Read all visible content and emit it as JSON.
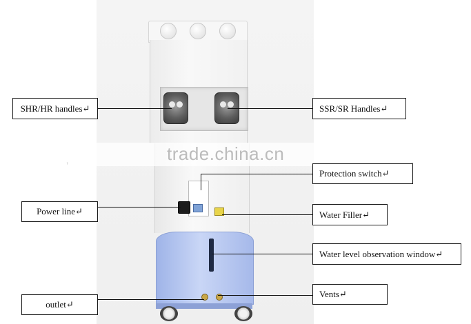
{
  "watermark": "trade.china.cn",
  "labels": {
    "shr_hr": "SHR/HR handles↵",
    "ssr_sr": "SSR/SR Handles↵",
    "protection": "Protection switch↵",
    "power": "Power line↵",
    "filler": "Water Filler↵",
    "level_window": "Water level observation window↵",
    "vents": "Vents↵",
    "outlet": "outlet↵"
  },
  "colors": {
    "housing": "#f2f2f2",
    "lower_housing": "#b8c8f0",
    "callout_border": "#1a1a1a"
  }
}
